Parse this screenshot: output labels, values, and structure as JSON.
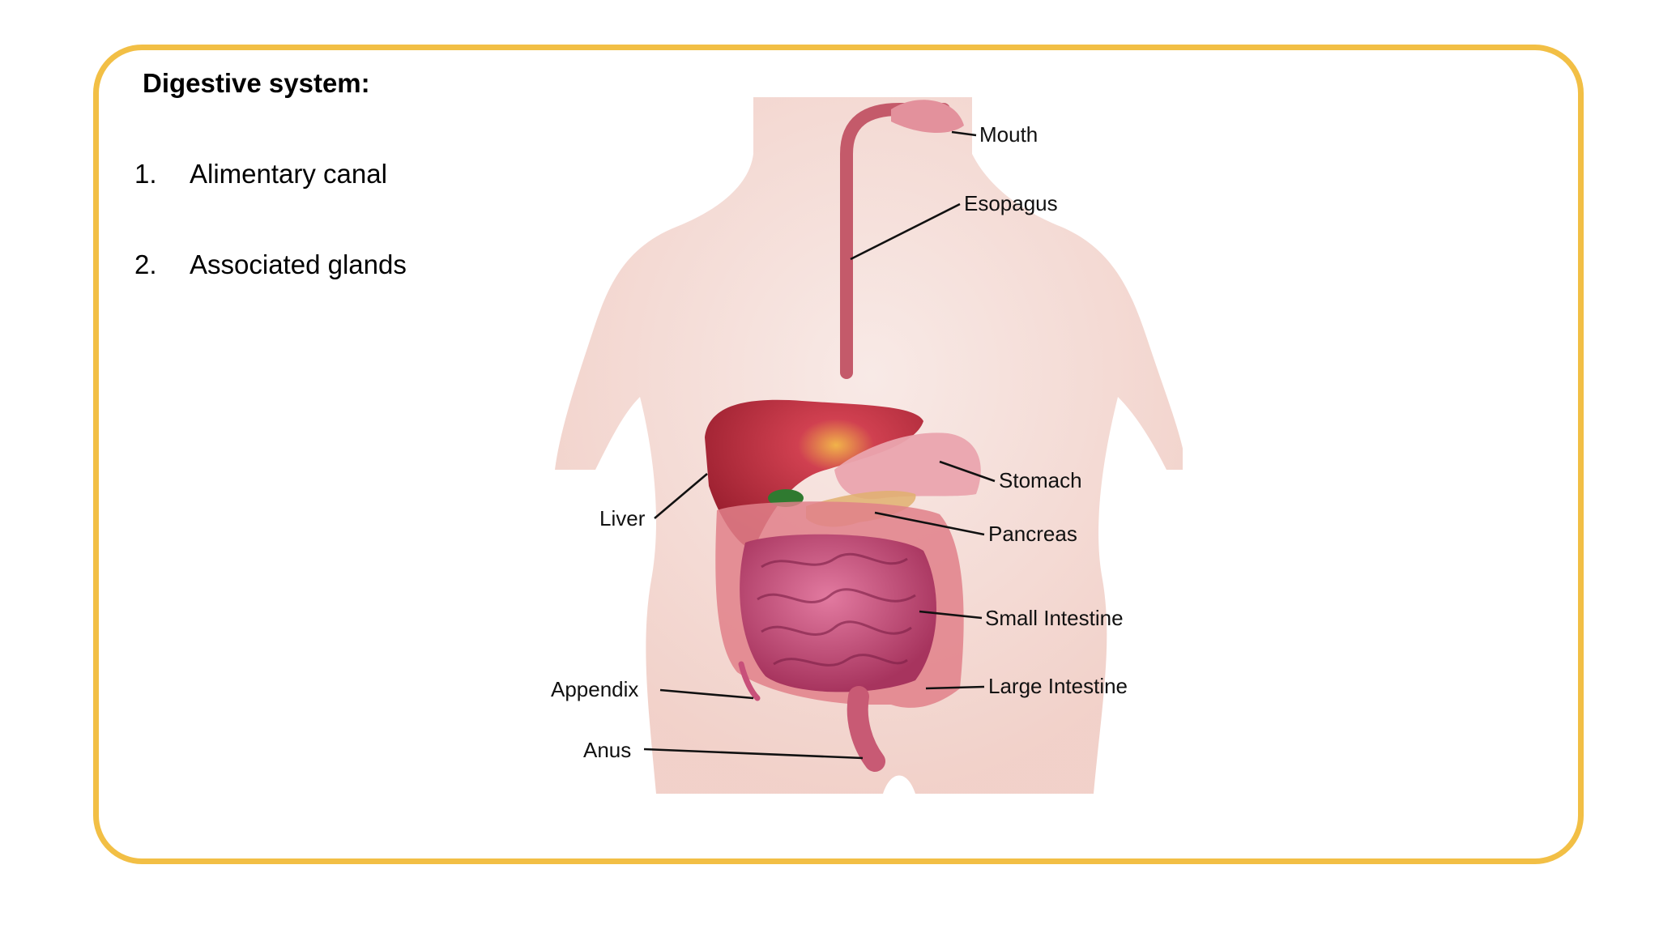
{
  "heading": "Digestive system:",
  "list": [
    {
      "num": "1.",
      "text": "Alimentary canal"
    },
    {
      "num": "2.",
      "text": "Associated glands"
    }
  ],
  "labels": {
    "mouth": "Mouth",
    "esophagus": "Esopagus",
    "stomach": "Stomach",
    "liver": "Liver",
    "pancreas": "Pancreas",
    "small_intestine": "Small Intestine",
    "appendix": "Appendix",
    "large_intestine": "Large Intestine",
    "anus": "Anus"
  },
  "colors": {
    "frame": "#f2bf45",
    "skin": "#f2d3cc",
    "liver": "#c0303f",
    "intestine": "#c8507a",
    "stomach": "#e8a3ac",
    "pancreas": "#e0b070",
    "gallbladder": "#2f7a30"
  }
}
